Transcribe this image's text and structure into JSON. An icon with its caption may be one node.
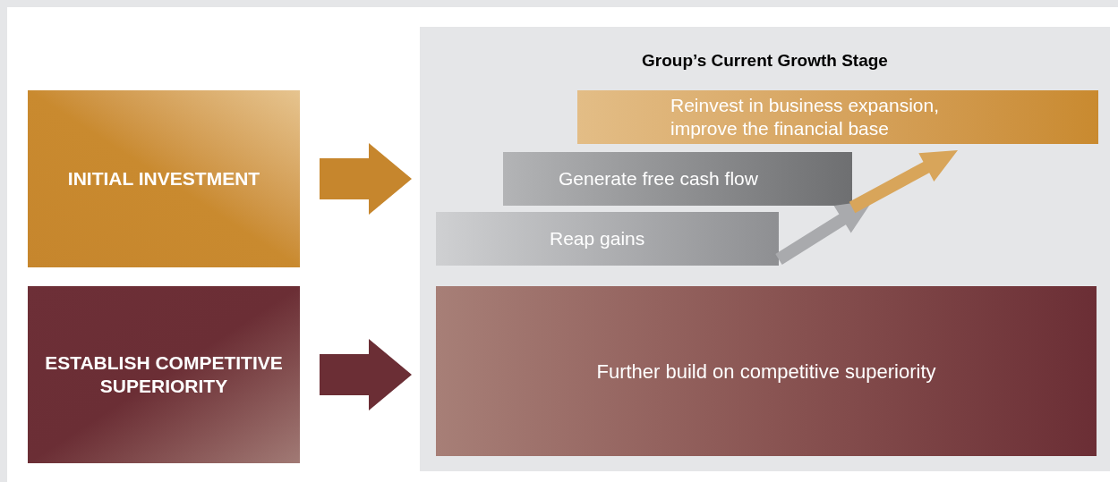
{
  "diagram": {
    "nodes": [
      {
        "text": [
          "INITIAL INVESTMENT"
        ]
      },
      {
        "text": [
          "ESTABLISH COMPETITIVE SUPERIORITY"
        ]
      },
      {
        "text": [
          "Group’s Current Growth Stage"
        ]
      },
      {
        "text": [
          "Reinvest in business expansion, improve the financial base"
        ],
        "in": 2
      },
      {
        "text": [
          "Generate free cash flow"
        ],
        "in": 2
      },
      {
        "text": [
          "Reap gains"
        ],
        "in": 2
      },
      {
        "text": [
          "Further build on competitive superiority"
        ],
        "in": 2
      }
    ],
    "edges": [
      {
        "from": 0,
        "to": 2,
        "arrow": "to",
        "style": "thick",
        "color": "#c6862d"
      },
      {
        "from": 1,
        "to": 6,
        "arrow": "to",
        "style": "thick",
        "color": "#6b2e35"
      },
      {
        "from": 5,
        "to": 4,
        "arrow": "to",
        "style": "thick",
        "color": "#a9aaad"
      },
      {
        "from": 4,
        "to": 3,
        "arrow": "to",
        "style": "thick",
        "color": "#d8a55a"
      }
    ]
  }
}
